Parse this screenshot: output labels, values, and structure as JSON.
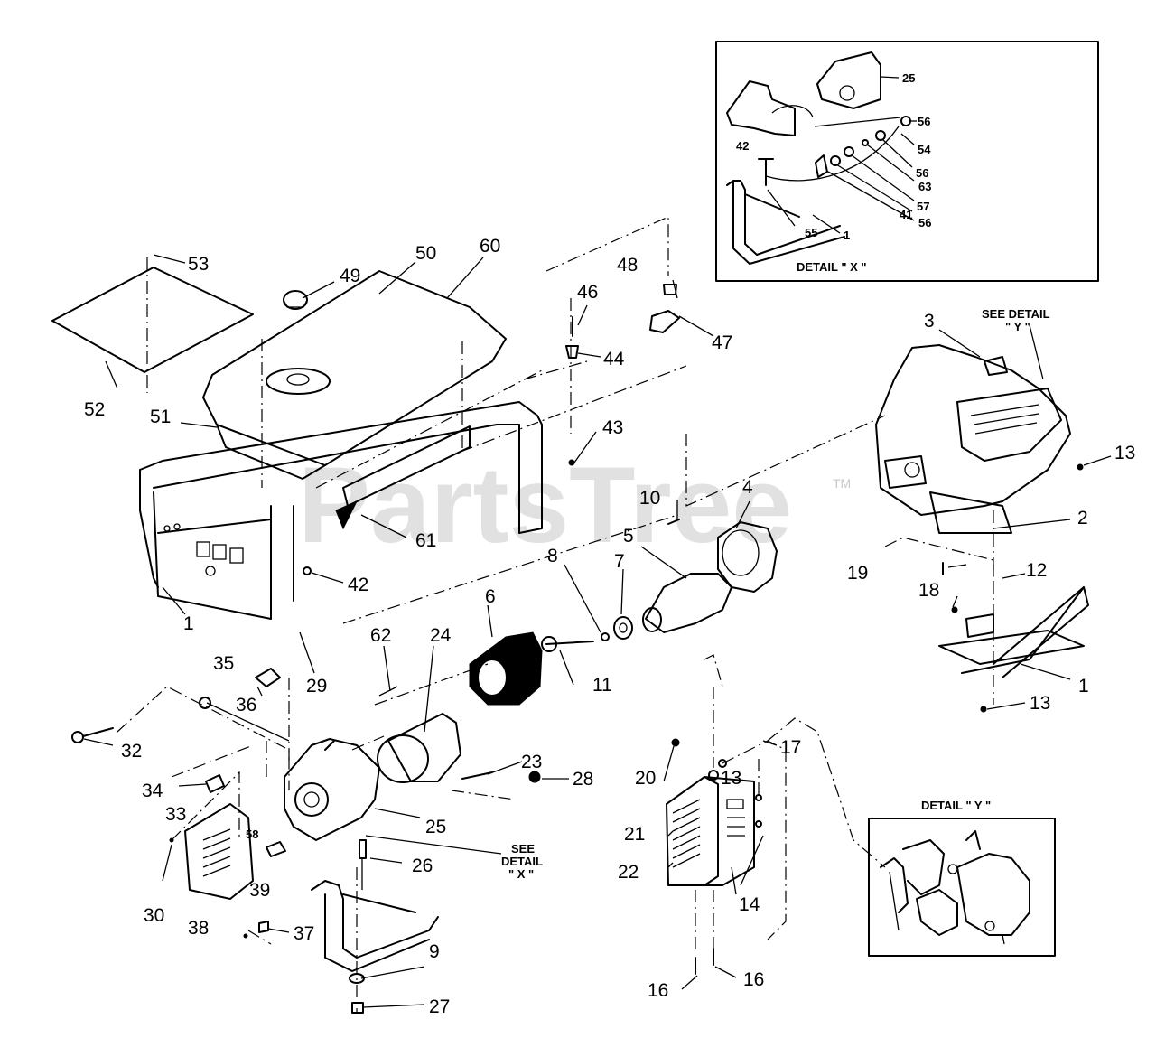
{
  "watermark": {
    "text": "PartsTree",
    "tm": "TM"
  },
  "detail_x": {
    "caption": "DETAIL \" X \""
  },
  "detail_y": {
    "caption": "DETAIL \" Y \""
  },
  "see_detail_y": {
    "line1": "SEE DETAIL",
    "line2": "\" Y \""
  },
  "see_detail_x": {
    "line1": "SEE",
    "line2": "DETAIL",
    "line3": "\" X \""
  },
  "callouts": [
    {
      "id": "c1",
      "text": "25"
    },
    {
      "id": "c2",
      "text": "56"
    },
    {
      "id": "c3",
      "text": "54"
    },
    {
      "id": "c4",
      "text": "42"
    },
    {
      "id": "c5",
      "text": "56"
    },
    {
      "id": "c6",
      "text": "63"
    },
    {
      "id": "c7",
      "text": "57"
    },
    {
      "id": "c8",
      "text": "41"
    },
    {
      "id": "c9",
      "text": "56"
    },
    {
      "id": "c10",
      "text": "55"
    },
    {
      "id": "c11",
      "text": "1"
    },
    {
      "id": "c12",
      "text": "53"
    },
    {
      "id": "c13",
      "text": "49"
    },
    {
      "id": "c14",
      "text": "50"
    },
    {
      "id": "c15",
      "text": "60"
    },
    {
      "id": "c16",
      "text": "48"
    },
    {
      "id": "c17",
      "text": "46"
    },
    {
      "id": "c18",
      "text": "47"
    },
    {
      "id": "c19",
      "text": "44"
    },
    {
      "id": "c20",
      "text": "52"
    },
    {
      "id": "c21",
      "text": "51"
    },
    {
      "id": "c22",
      "text": "43"
    },
    {
      "id": "c23",
      "text": "3"
    },
    {
      "id": "c24",
      "text": "13"
    },
    {
      "id": "c25",
      "text": "10"
    },
    {
      "id": "c26",
      "text": "4"
    },
    {
      "id": "c27",
      "text": "61"
    },
    {
      "id": "c28",
      "text": "2"
    },
    {
      "id": "c29",
      "text": "42"
    },
    {
      "id": "c30",
      "text": "5"
    },
    {
      "id": "c31",
      "text": "8"
    },
    {
      "id": "c32",
      "text": "7"
    },
    {
      "id": "c33",
      "text": "19"
    },
    {
      "id": "c34",
      "text": "12"
    },
    {
      "id": "c35",
      "text": "18"
    },
    {
      "id": "c36",
      "text": "1"
    },
    {
      "id": "c37",
      "text": "62"
    },
    {
      "id": "c38",
      "text": "24"
    },
    {
      "id": "c39",
      "text": "6"
    },
    {
      "id": "c40",
      "text": "35"
    },
    {
      "id": "c41",
      "text": "29"
    },
    {
      "id": "c42",
      "text": "36"
    },
    {
      "id": "c43",
      "text": "1"
    },
    {
      "id": "c44",
      "text": "11"
    },
    {
      "id": "c45",
      "text": "13"
    },
    {
      "id": "c46",
      "text": "32"
    },
    {
      "id": "c47",
      "text": "23"
    },
    {
      "id": "c48",
      "text": "17"
    },
    {
      "id": "c49",
      "text": "28"
    },
    {
      "id": "c50",
      "text": "20"
    },
    {
      "id": "c51",
      "text": "13"
    },
    {
      "id": "c52",
      "text": "34"
    },
    {
      "id": "c53",
      "text": "33"
    },
    {
      "id": "c54",
      "text": "25"
    },
    {
      "id": "c55",
      "text": "58"
    },
    {
      "id": "c56",
      "text": "21"
    },
    {
      "id": "c57",
      "text": "26"
    },
    {
      "id": "c58",
      "text": "22"
    },
    {
      "id": "c59",
      "text": "14"
    },
    {
      "id": "c60",
      "text": "30"
    },
    {
      "id": "c61",
      "text": "39"
    },
    {
      "id": "c62",
      "text": "38"
    },
    {
      "id": "c63",
      "text": "37"
    },
    {
      "id": "c64",
      "text": "9"
    },
    {
      "id": "c65",
      "text": "16"
    },
    {
      "id": "c66",
      "text": "16"
    },
    {
      "id": "c67",
      "text": "27"
    }
  ]
}
